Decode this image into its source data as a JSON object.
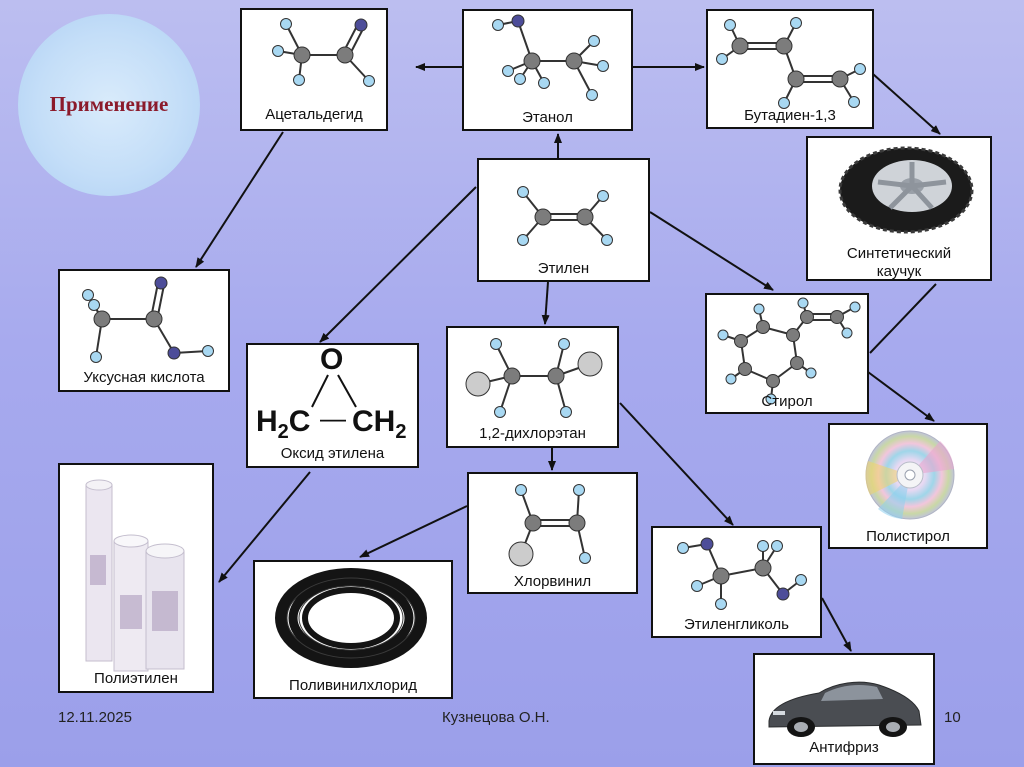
{
  "title": "Применение",
  "nodes": {
    "acetaldehyde": "Ацетальдегид",
    "ethanol": "Этанол",
    "butadiene": "Бутадиен-1,3",
    "rubber": [
      "Синтетический",
      "каучук"
    ],
    "ethylene": "Этилен",
    "acetic_acid": "Уксусная кислота",
    "ethylene_oxide": "Оксид этилена",
    "ethylene_oxide_formula": {
      "o": "O",
      "left": "H",
      "left_sub": "2",
      "left_c": "C",
      "dash": "—",
      "right": "CH",
      "right_sub": "2"
    },
    "dichloroethane": "1,2-дихлорэтан",
    "styrene": "Стирол",
    "polystyrene": "Полистирол",
    "vinyl_chloride": "Хлорвинил",
    "ethylene_glycol": "Этиленгликоль",
    "polyethylene": "Полиэтилен",
    "pvc": "Поливинилхлорид",
    "antifreeze": "Антифриз"
  },
  "footer": {
    "date": "12.11.2025",
    "author": "Кузнецова О.Н.",
    "page": "10"
  },
  "colors": {
    "carbon": "#7c7c7c",
    "hydrogen": "#a8d8f2",
    "oxygen": "#4d4d99",
    "chlorine": "#cccccc",
    "title": "#8b1a2b"
  }
}
